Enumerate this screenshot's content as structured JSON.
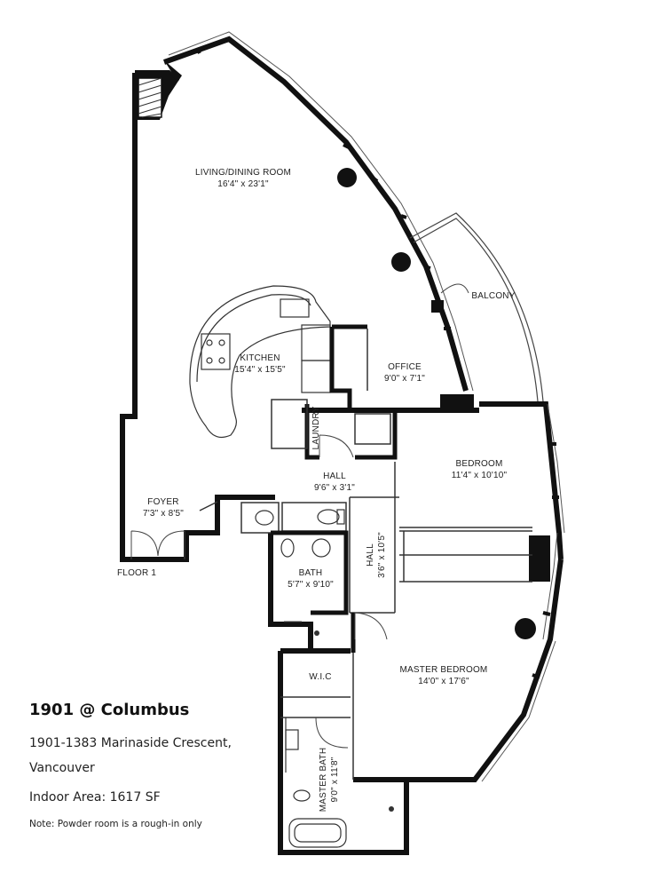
{
  "rooms": {
    "living": {
      "name": "LIVING/DINING ROOM",
      "dims": "16'4\" x 23'1\""
    },
    "kitchen": {
      "name": "KITCHEN",
      "dims": "15'4\" x 15'5\""
    },
    "office": {
      "name": "OFFICE",
      "dims": "9'0\" x 7'1\""
    },
    "balcony": {
      "name": "BALCONY"
    },
    "laundry": {
      "name": "LAUNDRY"
    },
    "hall": {
      "name": "HALL",
      "dims": "9'6\" x 3'1\""
    },
    "hall2": {
      "name": "HALL",
      "dims": "3'6\" x 10'5\""
    },
    "bedroom": {
      "name": "BEDROOM",
      "dims": "11'4\" x 10'10\""
    },
    "foyer": {
      "name": "FOYER",
      "dims": "7'3\" x 8'5\""
    },
    "bath": {
      "name": "BATH",
      "dims": "5'7\" x 9'10\""
    },
    "master": {
      "name": "MASTER BEDROOM",
      "dims": "14'0\" x 17'6\""
    },
    "wic": {
      "name": "W.I.C"
    },
    "masterbath": {
      "name": "MASTER BATH",
      "dims": "9'0\" x 11'8\""
    }
  },
  "floor_label": "FLOOR 1",
  "listing": {
    "title": "1901 @ Columbus",
    "address_line1": "1901-1383 Marinaside Crescent,",
    "address_line2": "Vancouver",
    "indoor_area": "Indoor Area: 1617 SF",
    "note": "Note: Powder room is a rough-in only"
  }
}
